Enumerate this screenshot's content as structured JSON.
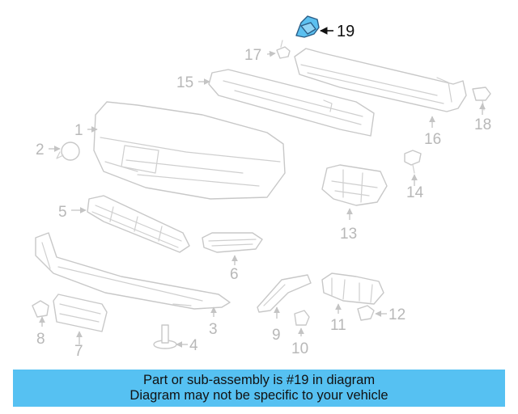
{
  "diagram": {
    "highlight_color": "#56c1f2",
    "highlighted_part": "19",
    "callouts": {
      "c1": "1",
      "c2": "2",
      "c3": "3",
      "c4": "4",
      "c5": "5",
      "c6": "6",
      "c7": "7",
      "c8": "8",
      "c9": "9",
      "c10": "10",
      "c11": "11",
      "c12": "12",
      "c13": "13",
      "c14": "14",
      "c15": "15",
      "c16": "16",
      "c17": "17",
      "c18": "18",
      "c19": "19"
    }
  },
  "banner": {
    "line1": "Part or sub-assembly is #19 in diagram",
    "line2": "Diagram may not be specific to your vehicle"
  }
}
